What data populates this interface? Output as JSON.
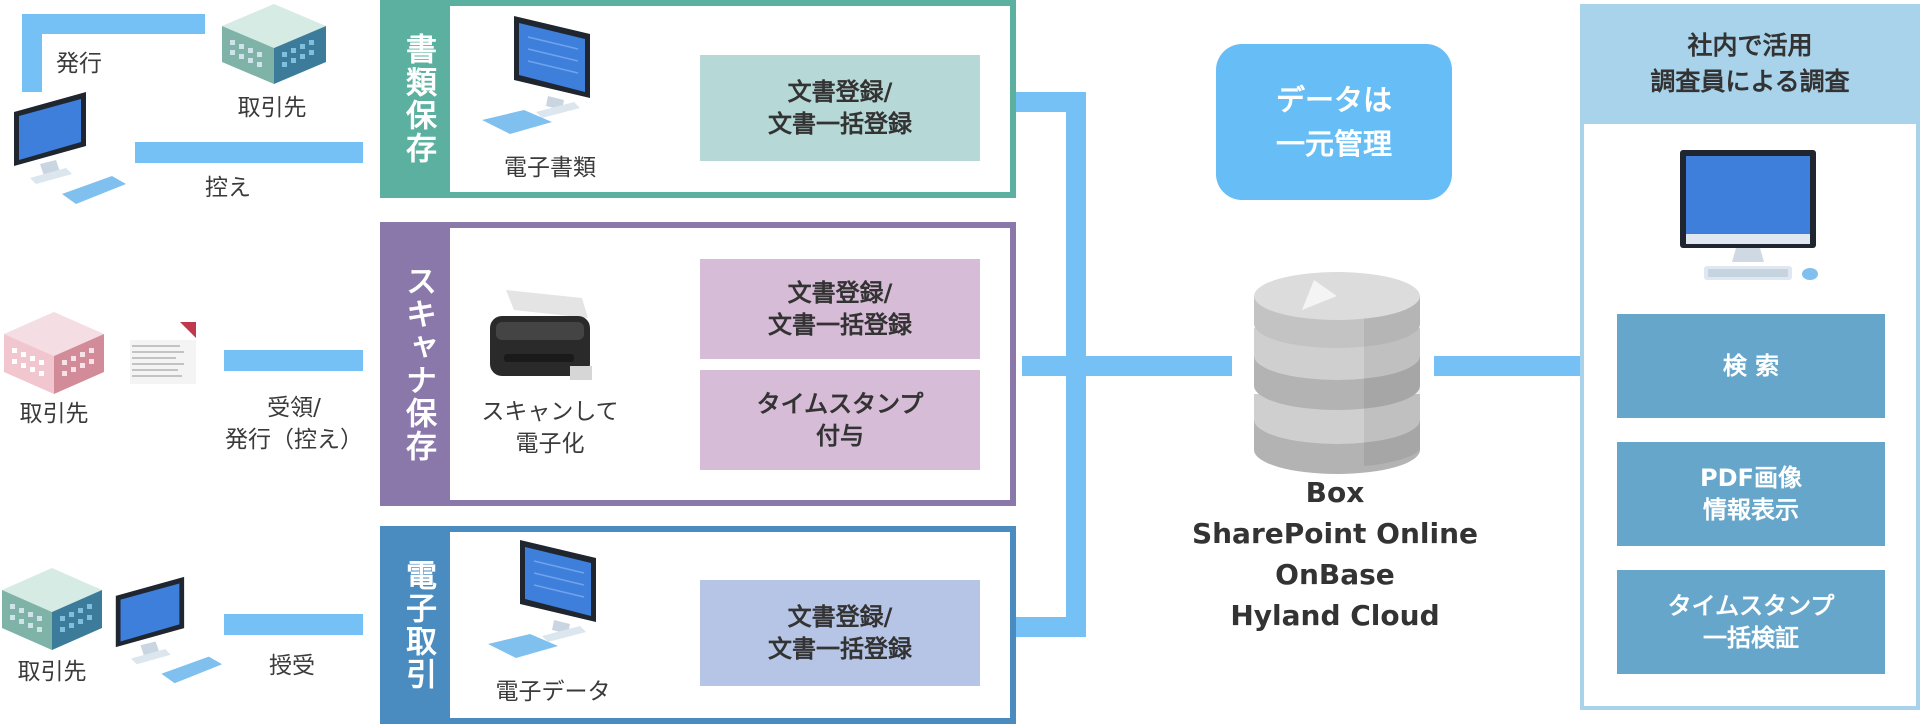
{
  "left": {
    "row1": {
      "issue_label": "発行",
      "partner_label": "取引先",
      "copy_label": "控え"
    },
    "row2": {
      "partner_label": "取引先",
      "receive_label": "受領/\n発行（控え）"
    },
    "row3": {
      "partner_label": "取引先",
      "exchange_label": "授受"
    }
  },
  "sections": [
    {
      "title": "書類保存",
      "device_label": "電子書類",
      "color": "#5bb0a0",
      "proc_fill": "#b6d8d7",
      "procs": [
        "文書登録/\n文書一括登録"
      ]
    },
    {
      "title": "スキャナ保存",
      "device_label": "スキャンして\n電子化",
      "color": "#8a78aa",
      "proc_fill": "#d7bcd8",
      "procs": [
        "文書登録/\n文書一括登録",
        "タイムスタンプ\n付与"
      ]
    },
    {
      "title": "電子取引",
      "device_label": "電子データ",
      "color": "#4a8cc0",
      "proc_fill": "#b6c5e6",
      "procs": [
        "文書登録/\n文書一括登録"
      ]
    }
  ],
  "center": {
    "badge": "データは\n一元管理",
    "storage": [
      "Box",
      "SharePoint Online",
      "OnBase",
      "Hyland Cloud"
    ]
  },
  "right": {
    "title": "社内で活用\n調査員による調査",
    "functions": [
      "検 索",
      "PDF画像\n情報表示",
      "タイムスタンプ\n一括検証"
    ]
  },
  "colors": {
    "connector": "#75c1f5",
    "badge": "#67bdf6",
    "function": "#67a6cb",
    "right_border": "#a9d3ea"
  },
  "icons": [
    "monitor-icon",
    "building-icon",
    "document-icon",
    "scanner-icon",
    "database-icon",
    "keyboard-icon"
  ]
}
